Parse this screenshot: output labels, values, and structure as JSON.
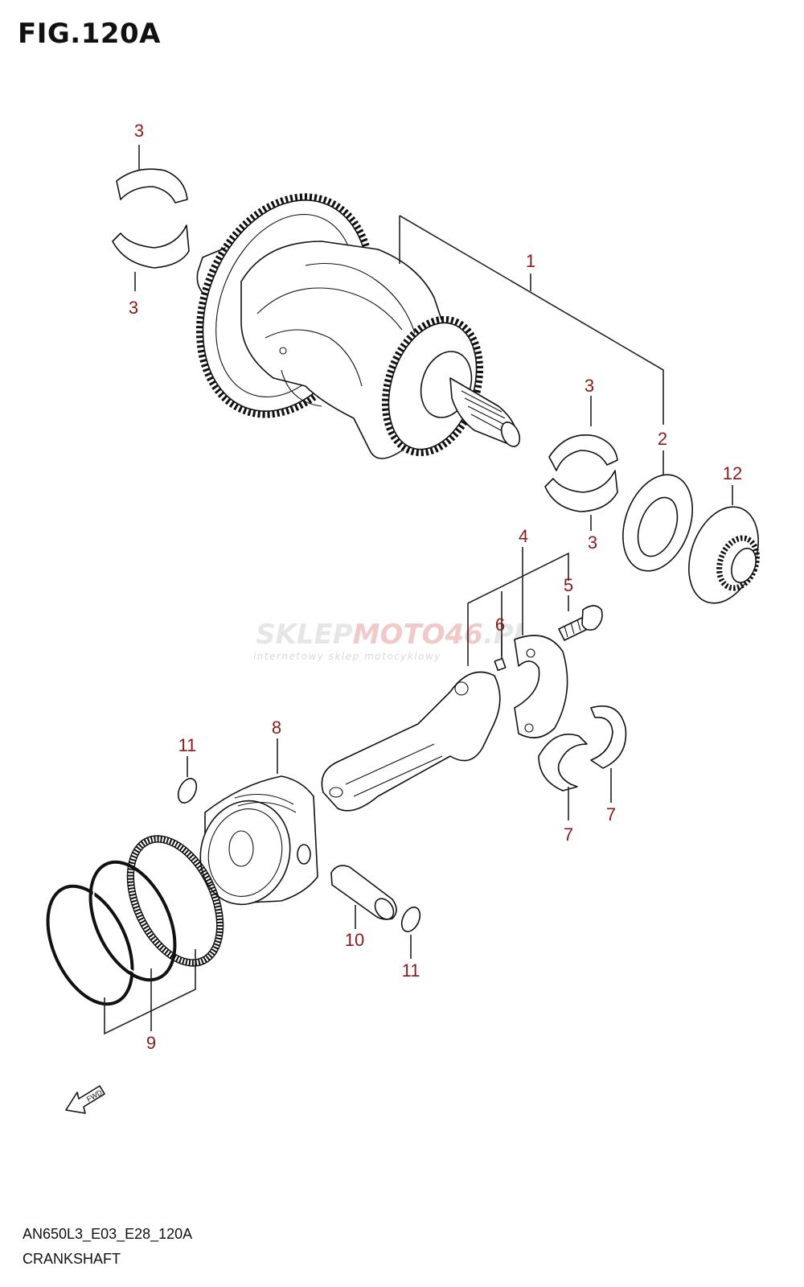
{
  "figure": {
    "title": "FIG.120A"
  },
  "footer": {
    "model_code": "AN650L3_E03_E28_120A",
    "section_name": "CRANKSHAFT"
  },
  "watermark": {
    "brand_a": "SKLEP",
    "brand_b": "MOTO",
    "brand_c": "46",
    "brand_d": ".PL",
    "tagline": "internetowy sklep motocyklowy"
  },
  "fwd_label": "FWD",
  "callouts": {
    "c1": "1",
    "c2": "2",
    "c3a": "3",
    "c3b": "3",
    "c3c": "3",
    "c3d": "3",
    "c4": "4",
    "c5": "5",
    "c6": "6",
    "c7a": "7",
    "c7b": "7",
    "c8": "8",
    "c9": "9",
    "c10": "10",
    "c11a": "11",
    "c11b": "11",
    "c12": "12"
  },
  "colors": {
    "callout_text": "#8b1a1a",
    "line_art": "#111111",
    "watermark_accent": "#f2c9c9"
  }
}
